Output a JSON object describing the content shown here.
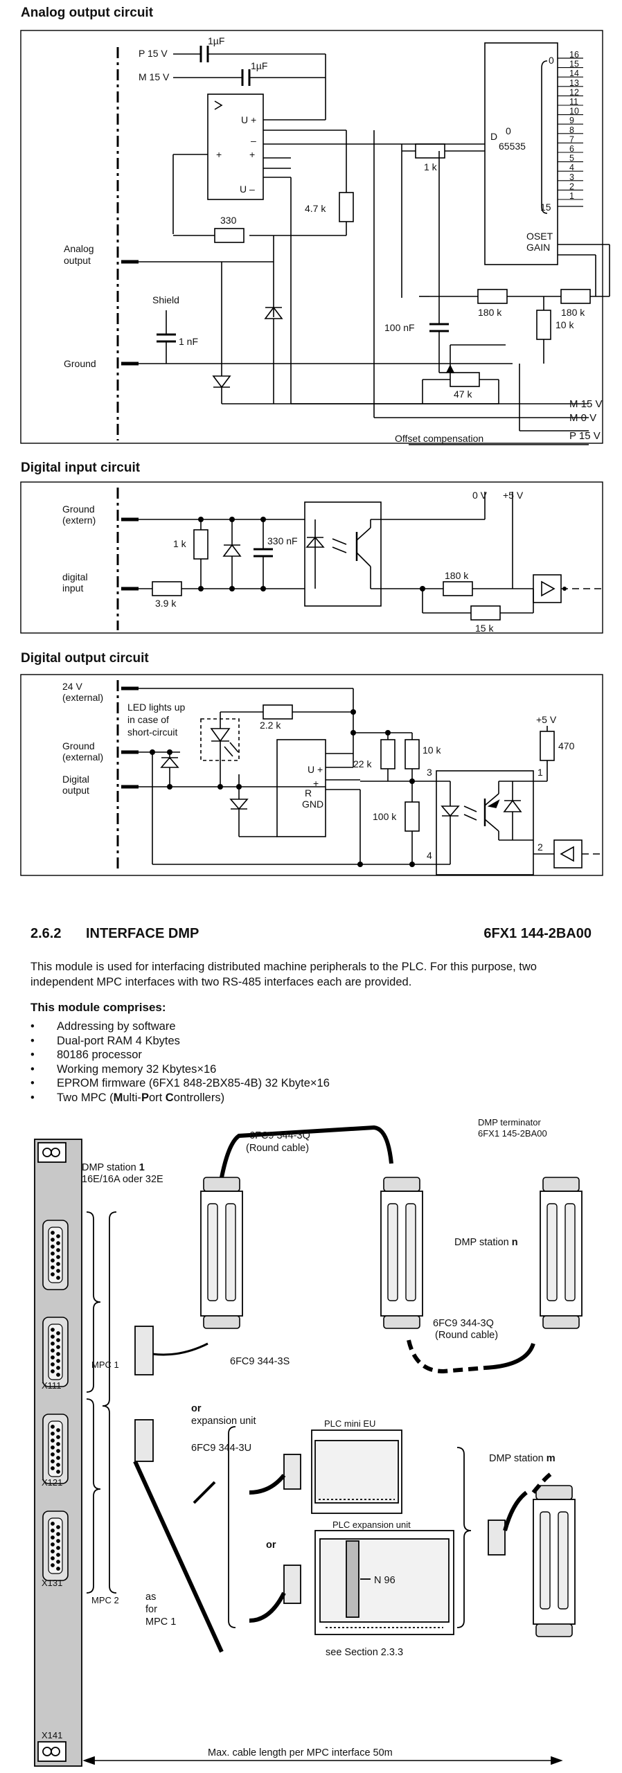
{
  "analog": {
    "title": "Analog output circuit",
    "labels": {
      "p15": "P 15 V",
      "m15": "M 15 V",
      "cap1": "1µF",
      "cap2": "1µF",
      "u_plus": "U +",
      "minus": "–",
      "plus1": "+",
      "plus2": "+",
      "u_minus": "U –",
      "r1k": "1 k",
      "r47": "4.7 k",
      "r330": "330",
      "analog_output_1": "Analog",
      "analog_output_2": "output",
      "shield": "Shield",
      "c1nf": "1 nF",
      "c100nf": "100 nF",
      "ground": "Ground",
      "r180a": "180 k",
      "r180b": "180 k",
      "r10k": "10 k",
      "r47k": "47 k",
      "offset": "Offset compensation",
      "rail_m15": "M  15 V",
      "rail_m0": "M   0 V",
      "rail_p15": "P  15 V",
      "dac_d": "D",
      "dac_zero": "0",
      "dac_max": "65535",
      "dac_0": "0",
      "dac_15": "15",
      "oset": "OSET",
      "gain": "GAIN"
    },
    "pins": [
      "16",
      "15",
      "14",
      "13",
      "12",
      "11",
      "10",
      "9",
      "8",
      "7",
      "6",
      "5",
      "4",
      "3",
      "2",
      "1"
    ]
  },
  "digital_input": {
    "title": "Digital input circuit",
    "labels": {
      "ground_1": "Ground",
      "ground_2": "(extern)",
      "digital_1": "digital",
      "digital_2": "input",
      "r1k": "1 k",
      "c330": "330 nF",
      "r39": "3.9 k",
      "v0": "0 V",
      "v5": "+5 V",
      "r180": "180 k",
      "r15": "15 k"
    }
  },
  "digital_output": {
    "title": "Digital output circuit",
    "labels": {
      "v24_1": "24 V",
      "v24_2": "(external)",
      "led_1": "LED lights up",
      "led_2": "in case of",
      "led_3": "short-circuit",
      "r22": "2.2 k",
      "ground_1": "Ground",
      "ground_2": "(external)",
      "digital_1": "Digital",
      "digital_2": "output",
      "u_plus": "U +",
      "plus": "+",
      "r_sym": "R",
      "gnd": "GND",
      "r22k": "22 k",
      "r10k": "10 k",
      "r100k": "100 k",
      "p3": "3",
      "p4": "4",
      "p1": "1",
      "p2": "2",
      "v5": "+5 V",
      "r470": "470"
    }
  },
  "section": {
    "number": "2.6.2",
    "name": "INTERFACE DMP",
    "code": "6FX1 144-2BA00",
    "intro": "This module is used for interfacing distributed machine peripherals to the PLC. For this purpose, two independent MPC interfaces with two RS-485 interfaces each are provided.",
    "comprises_title": "This module comprises:",
    "items": [
      "Addressing by software",
      "Dual-port RAM 4 Kbytes",
      "80186 processor",
      "Working memory 32 Kbytes×16",
      "EPROM firmware (6FX1 848-2BX85-4B) 32 Kbyte×16"
    ],
    "mpc_item": {
      "a": "Two MPC (",
      "m": "M",
      "b": "ulti-",
      "p": "P",
      "c": "ort ",
      "cc": "C",
      "d": "ontrollers)"
    }
  },
  "dmp_diagram": {
    "cable_top_1": "6FC9 344-3Q",
    "cable_top_2": "(Round cable)",
    "terminator_1": "DMP terminator",
    "terminator_2": "6FX1 145-2BA00",
    "station1_a": "DMP station ",
    "station1_b": "1",
    "station1_2": "16E/16A oder 32E",
    "stationn_a": "DMP station ",
    "stationn_b": "n",
    "cable_bot_1": "6FC9 344-3Q",
    "cable_bot_2": "(Round cable)",
    "cable_3s": "6FC9 344-3S",
    "x111": "X111",
    "x121": "X121",
    "x131": "X131",
    "x141": "X141",
    "mpc1": "MPC 1",
    "mpc2": "MPC 2",
    "or1": "or",
    "expansion": "expansion unit",
    "cable_3u": "6FC9 344-3U",
    "plc_mini": "PLC mini EU",
    "or2": "or",
    "plc_exp": "PLC expansion unit",
    "n96": "N 96",
    "stationm_a": "DMP station ",
    "stationm_b": "m",
    "as1": "as",
    "as2": "for",
    "as3": "MPC 1",
    "see": "see Section 2.3.3",
    "maxlen": "Max. cable length per MPC interface 50m"
  }
}
